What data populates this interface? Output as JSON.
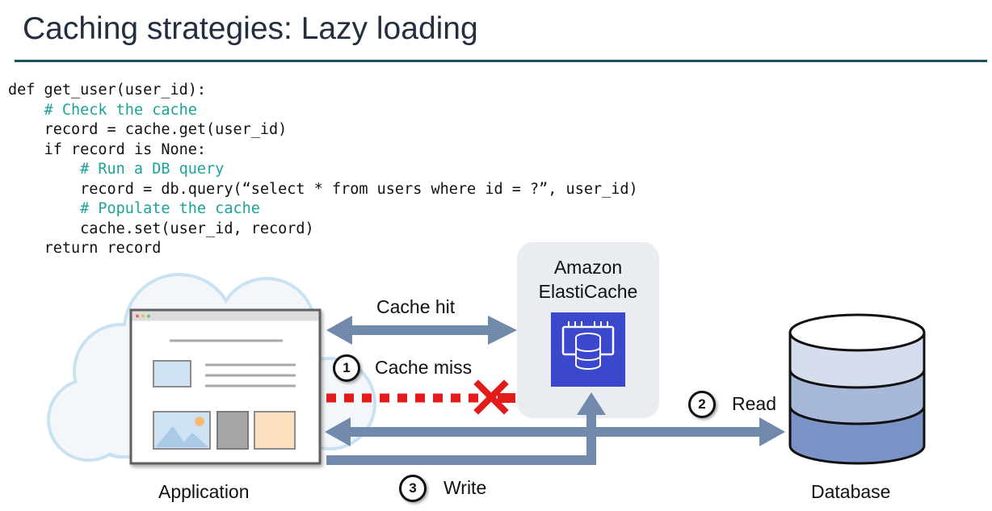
{
  "slide": {
    "title": "Caching strategies: Lazy loading"
  },
  "code": {
    "lines": [
      {
        "indent": "",
        "text": "def get_user(user_id):",
        "comment": false
      },
      {
        "indent": "    ",
        "text": "# Check the cache",
        "comment": true
      },
      {
        "indent": "    ",
        "text": "record = cache.get(user_id)",
        "comment": false
      },
      {
        "indent": "    ",
        "text": "if record is None:",
        "comment": false
      },
      {
        "indent": "        ",
        "text": "# Run a DB query",
        "comment": true
      },
      {
        "indent": "        ",
        "text": "record = db.query(“select * from users where id = ?”, user_id)",
        "comment": false
      },
      {
        "indent": "        ",
        "text": "# Populate the cache",
        "comment": true
      },
      {
        "indent": "        ",
        "text": "cache.set(user_id, record)",
        "comment": false
      },
      {
        "indent": "    ",
        "text": "return record",
        "comment": false
      }
    ]
  },
  "diagram": {
    "application_label": "Application",
    "cache_label_line1": "Amazon",
    "cache_label_line2": "ElastiCache",
    "database_label": "Database",
    "cache_hit_label": "Cache hit",
    "cache_miss_label": "Cache miss",
    "read_label": "Read",
    "write_label": "Write",
    "steps": {
      "miss": "1",
      "read": "2",
      "write": "3"
    }
  },
  "colors": {
    "title_text": "#232f3e",
    "rule": "#1d4f5e",
    "code_comment": "#1aa39a",
    "arrow": "#7189aa",
    "miss_dash": "#e31b1b",
    "cloud_fill": "#f3f6fa",
    "cloud_outline": "#c9e2f2",
    "cache_box": "#e9edf2",
    "cache_icon": "#3b48cc",
    "db_top": "#ffffff",
    "db_middle": "#a8b8d8",
    "db_bottom": "#7b93c6",
    "thumb_blue": "#cfe2f3",
    "thumb_gray": "#a6a6a6",
    "thumb_peach": "#fde0c0"
  },
  "icons": [
    "cloud-icon",
    "browser-window-icon",
    "elasticache-icon",
    "database-icon",
    "x-mark-icon"
  ]
}
